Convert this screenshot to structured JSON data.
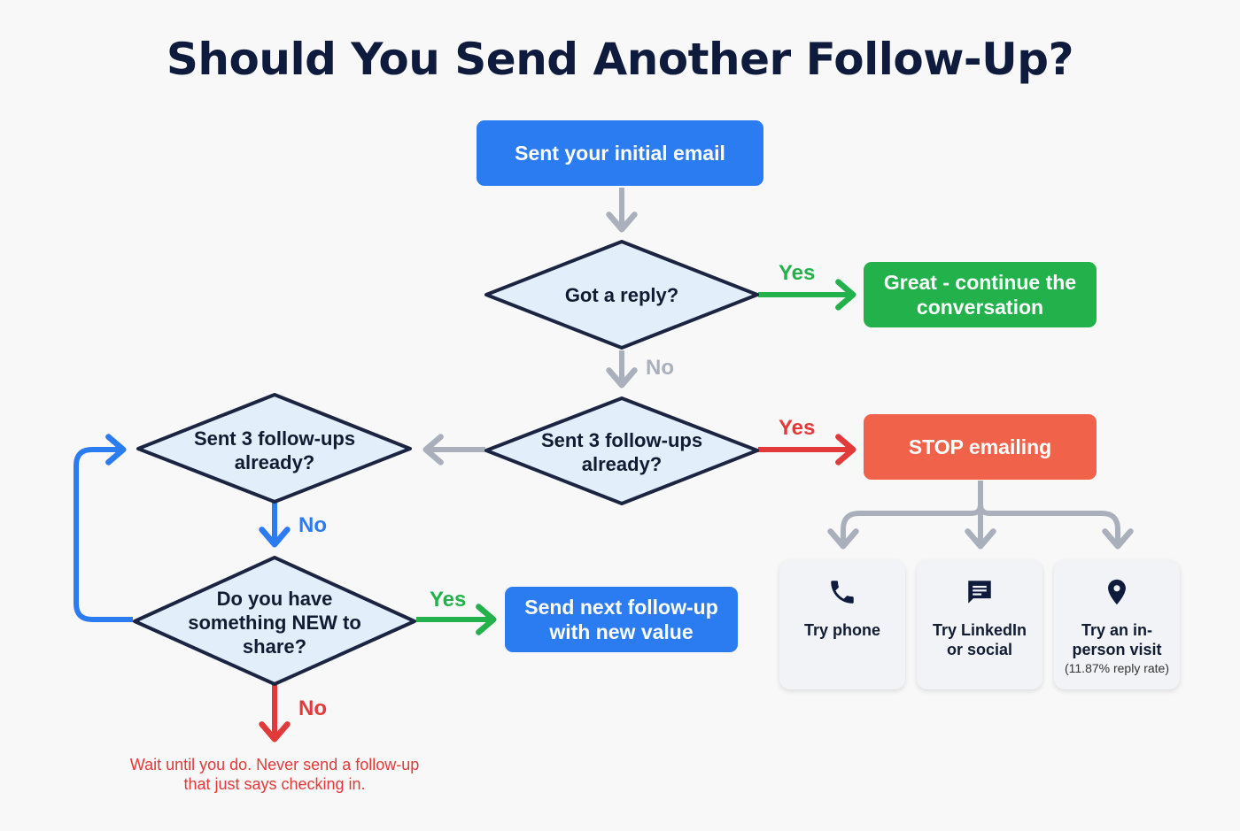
{
  "title": "Should You Send Another Follow-Up?",
  "nodes": {
    "start": "Sent your initial email",
    "got_reply": "Got a reply?",
    "great": "Great - continue the conversation",
    "sent3_center": "Sent 3 follow-ups already?",
    "stop": "STOP emailing",
    "sent3_left": "Sent 3 follow-ups already?",
    "something_new": "Do you have something NEW to share?",
    "send_next": "Send next follow-up with new value",
    "wait_note": "Wait until you do. Never send a follow-up that just says checking in."
  },
  "edge_labels": {
    "reply_yes": "Yes",
    "reply_no": "No",
    "sent3_yes": "Yes",
    "left_no": "No",
    "new_yes": "Yes",
    "new_no": "No"
  },
  "alternatives": [
    {
      "icon": "phone-icon",
      "label": "Try phone",
      "sub": ""
    },
    {
      "icon": "chat-icon",
      "label": "Try LinkedIn or social",
      "sub": ""
    },
    {
      "icon": "location-pin-icon",
      "label": "Try an in-person visit",
      "sub": "(11.87% reply rate)"
    }
  ],
  "colors": {
    "blue": "#2b7bf1",
    "green": "#23b14b",
    "orange": "#f0624a",
    "red": "#e23a3a",
    "gray": "#a9b0bc",
    "diamond_fill": "#e3eefb",
    "diamond_stroke": "#1b2440",
    "title": "#0f1b3d"
  }
}
